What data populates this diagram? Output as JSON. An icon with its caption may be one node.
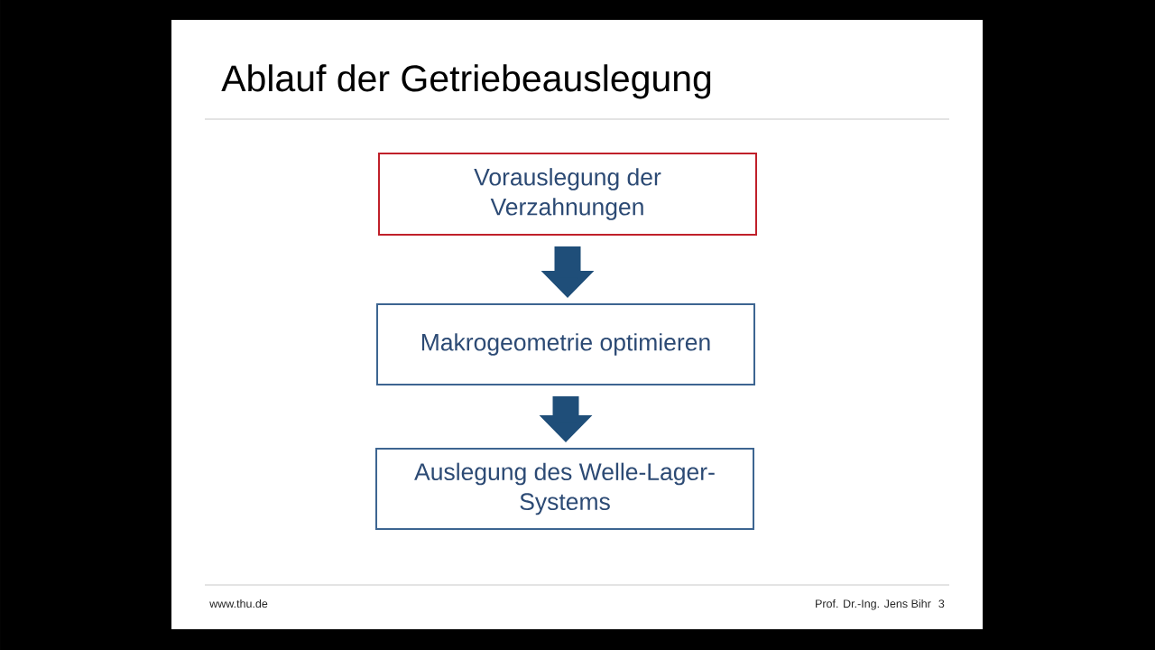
{
  "diagram": {
    "title": "Ablauf der Getriebeauslegung",
    "nodes": [
      {
        "text": [
          "Vorauslegung der Verzahnungen"
        ]
      },
      {
        "text": [
          "Makrogeometrie optimieren"
        ]
      },
      {
        "text": [
          "Auslegung des Welle-Lager-Systems"
        ]
      }
    ],
    "edges": [
      {
        "from": 0,
        "to": 1,
        "arrow": "to"
      },
      {
        "from": 1,
        "to": 2,
        "arrow": "to"
      }
    ],
    "labels": [
      "www.thu.de",
      "Prof. Dr.-Ing. Jens Bihr",
      "3"
    ]
  }
}
